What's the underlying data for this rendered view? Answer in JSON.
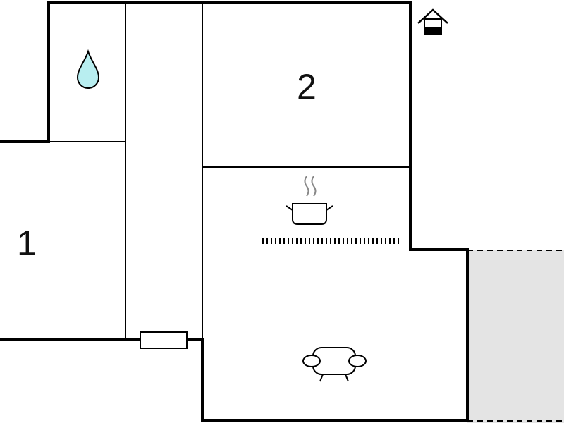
{
  "rooms": [
    {
      "id": "room-1",
      "label": "1"
    },
    {
      "id": "room-2",
      "label": "2"
    }
  ],
  "icons": {
    "bathroom": "water-drop-icon",
    "entrance": "house-entrance-icon",
    "kitchen": "cooking-pot-icon",
    "living": "sofa-icon",
    "heater": "radiator-icon"
  },
  "colors": {
    "walls": "#000000",
    "water": "#b8eef0",
    "terrace": "#e4e4e4",
    "background": "#ffffff"
  }
}
